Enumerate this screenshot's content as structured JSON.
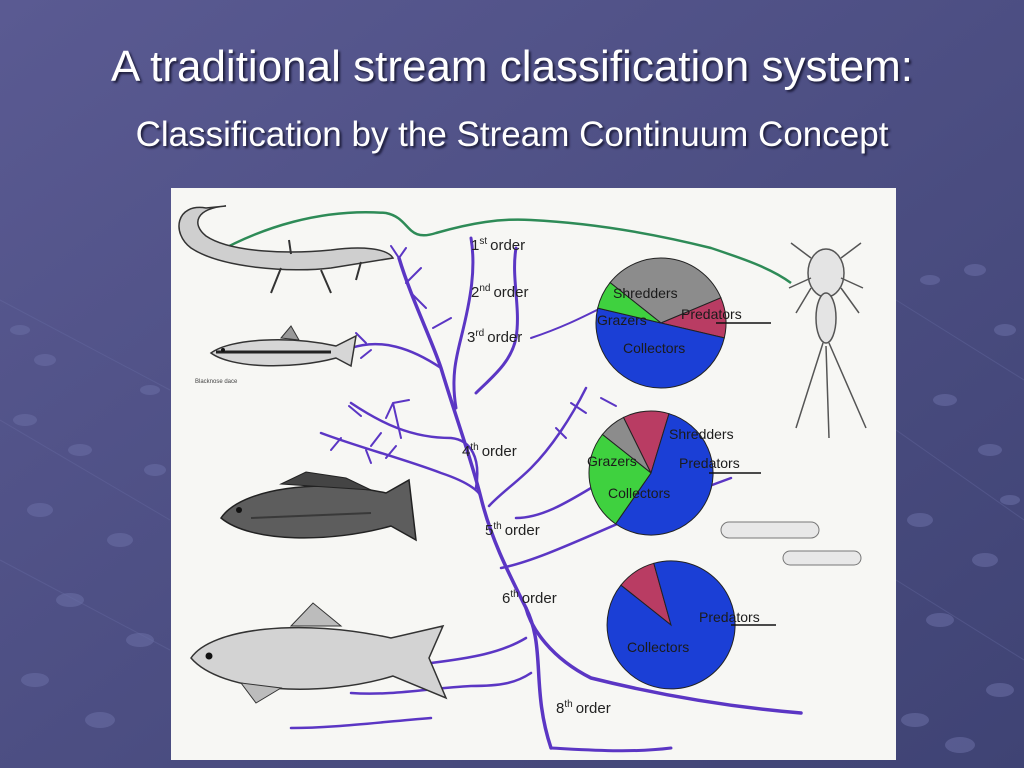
{
  "slide": {
    "title": "A traditional stream classification system:",
    "subtitle": "Classification by the Stream Continuum Concept"
  },
  "colors": {
    "background": "#4f4f86",
    "stream": "#5b36c4",
    "riparian": "#2e8b57",
    "shredders": "#8c8c8c",
    "grazers": "#3fd13f",
    "predators": "#b93c63",
    "collectors": "#1b3fd6"
  },
  "diagram": {
    "order_labels": [
      {
        "num": "1",
        "sup": "st",
        "word": "order"
      },
      {
        "num": "2",
        "sup": "nd",
        "word": "order"
      },
      {
        "num": "3",
        "sup": "rd",
        "word": "order"
      },
      {
        "num": "4",
        "sup": "th",
        "word": "order"
      },
      {
        "num": "5",
        "sup": "th",
        "word": "order"
      },
      {
        "num": "6",
        "sup": "th",
        "word": "order"
      },
      {
        "num": "8",
        "sup": "th",
        "word": "order"
      }
    ],
    "fish_caption": "Blacknose dace",
    "pies": [
      {
        "labels": {
          "shredders": "Shredders",
          "grazers": "Grazers",
          "predators": "Predators",
          "collectors": "Collectors"
        },
        "shares": {
          "shredders": 0.33,
          "grazers": 0.07,
          "predators": 0.1,
          "collectors": 0.5
        }
      },
      {
        "labels": {
          "shredders": "Shredders",
          "grazers": "Grazers",
          "predators": "Predators",
          "collectors": "Collectors"
        },
        "shares": {
          "shredders": 0.07,
          "grazers": 0.26,
          "predators": 0.12,
          "collectors": 0.55
        }
      },
      {
        "labels": {
          "predators": "Predators",
          "collectors": "Collectors"
        },
        "shares": {
          "predators": 0.1,
          "collectors": 0.9
        }
      }
    ]
  }
}
